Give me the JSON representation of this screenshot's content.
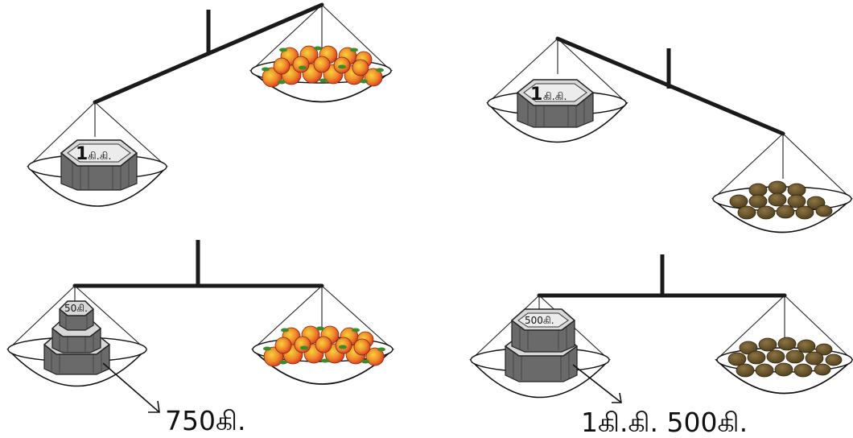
{
  "weights": {
    "top_left": {
      "num": "1",
      "unit": "கி.கி."
    },
    "top_right": {
      "num": "1",
      "unit": "கி.கி."
    },
    "bottom_left": {
      "label": "50கி."
    },
    "bottom_right": {
      "label": "500கி."
    }
  },
  "captions": {
    "bottom_left": "750கி.",
    "bottom_right": "1கி.கி. 500கி."
  },
  "colors": {
    "apple_red": "#e0452b",
    "apple_yellow": "#f2c22a",
    "leaf_green": "#3d8a2a",
    "potato": "#6f5a30"
  }
}
